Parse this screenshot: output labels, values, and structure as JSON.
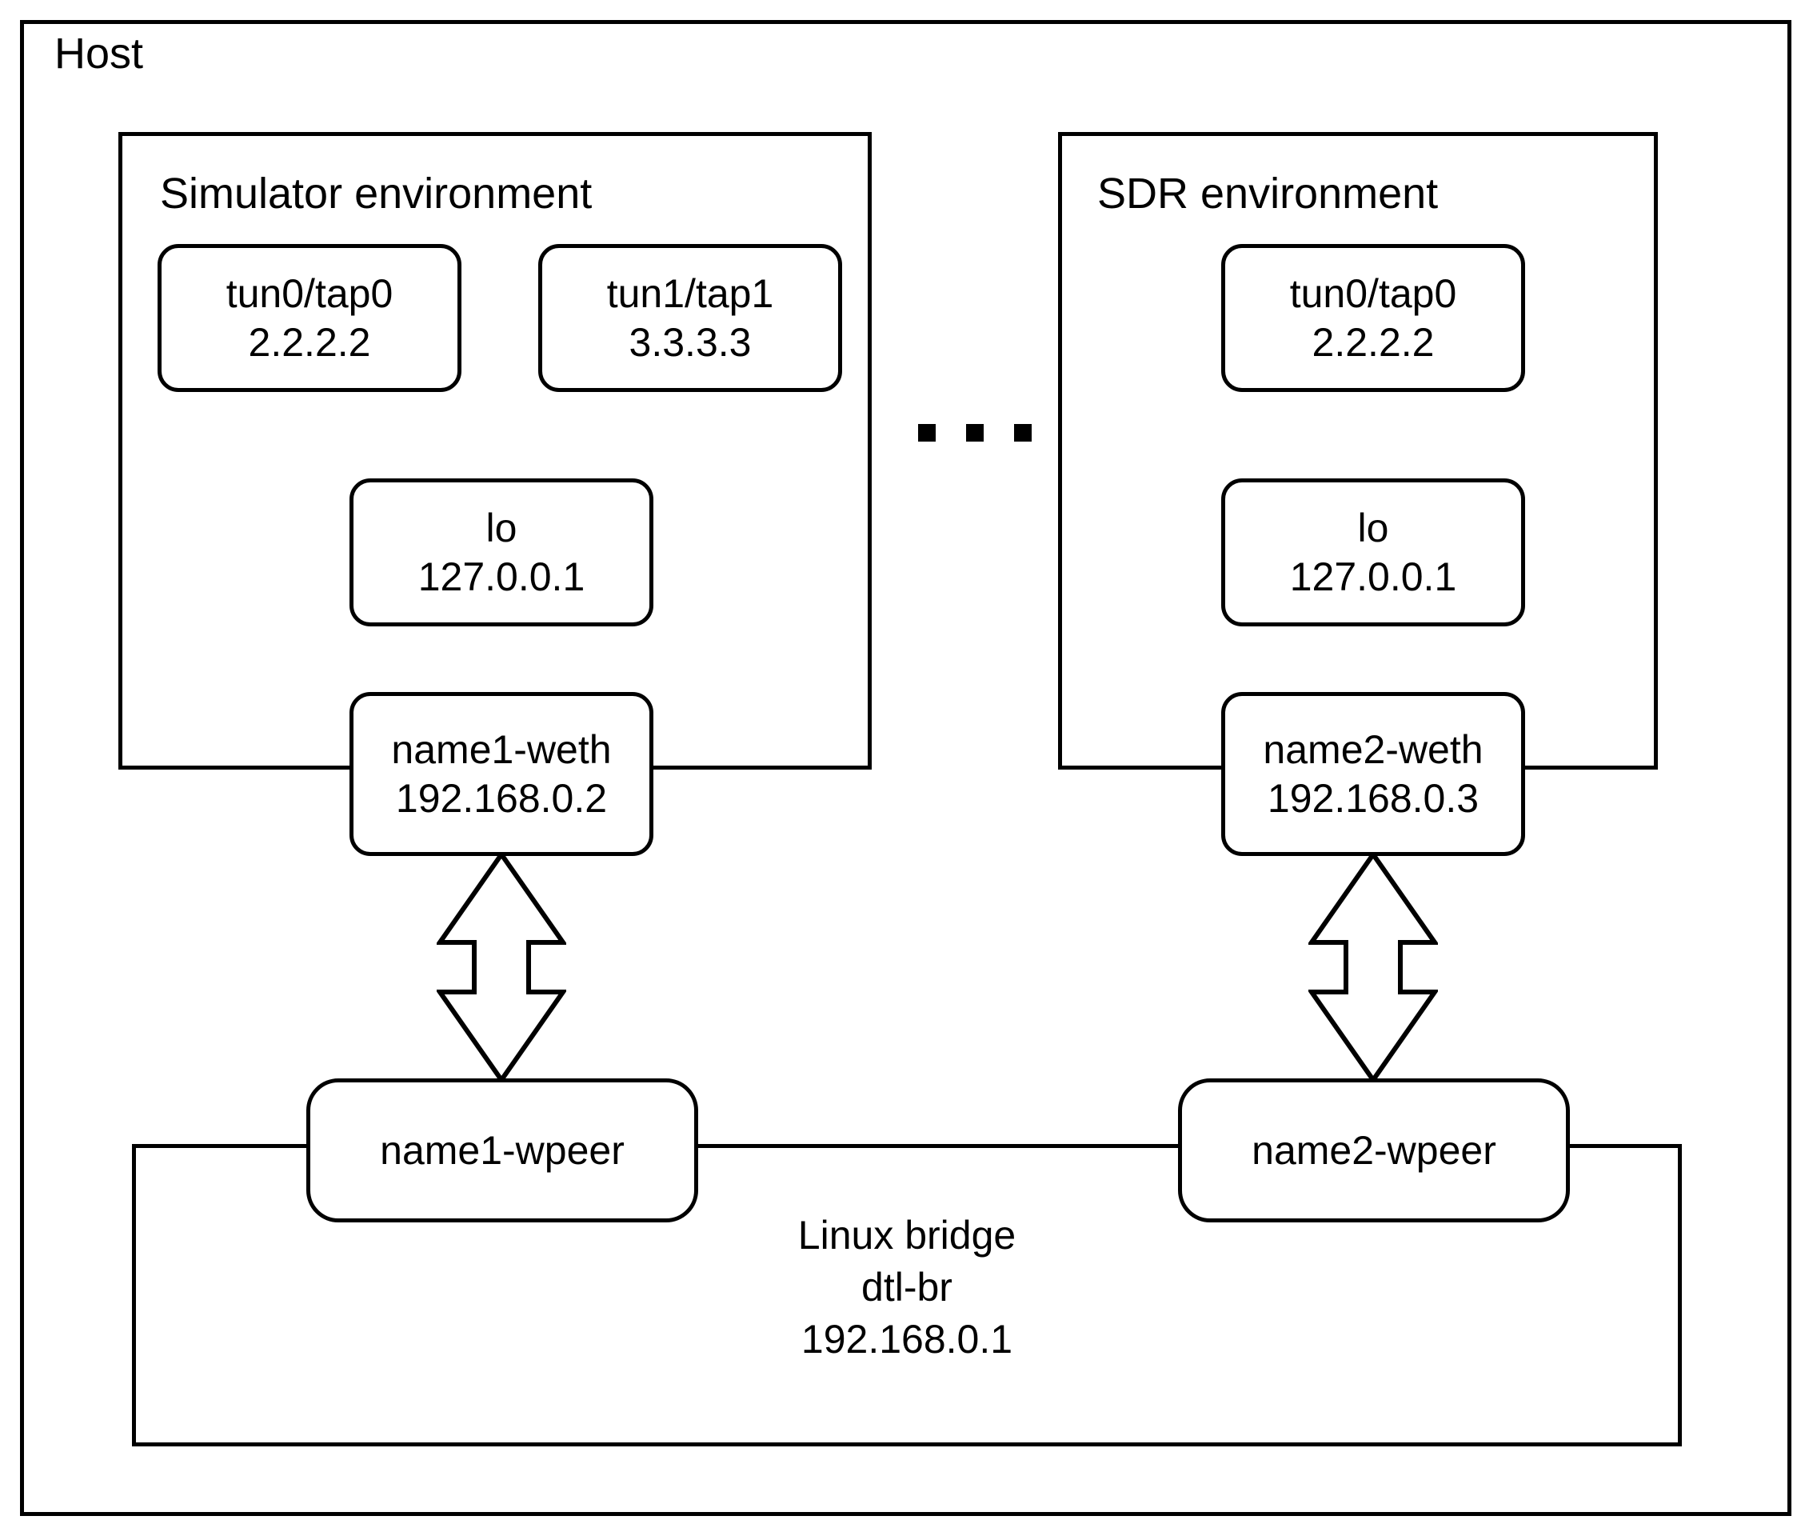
{
  "diagram": {
    "title": "Host",
    "host_box_label": "Host",
    "environments": [
      {
        "id": "simulator",
        "label": "Simulator environment",
        "interfaces": [
          {
            "id": "sim-tun0",
            "name": "tun0/tap0",
            "address": "2.2.2.2"
          },
          {
            "id": "sim-tun1",
            "name": "tun1/tap1",
            "address": "3.3.3.3"
          },
          {
            "id": "sim-lo",
            "name": "lo",
            "address": "127.0.0.1"
          }
        ],
        "veth": {
          "id": "name1-weth",
          "name": "name1-weth",
          "address": "192.168.0.2"
        },
        "peer": {
          "id": "name1-wpeer",
          "name": "name1-wpeer"
        }
      },
      {
        "id": "sdr",
        "label": "SDR environment",
        "interfaces": [
          {
            "id": "sdr-tun0",
            "name": "tun0/tap0",
            "address": "2.2.2.2"
          },
          {
            "id": "sdr-lo",
            "name": "lo",
            "address": "127.0.0.1"
          }
        ],
        "veth": {
          "id": "name2-weth",
          "name": "name2-weth",
          "address": "192.168.0.3"
        },
        "peer": {
          "id": "name2-wpeer",
          "name": "name2-wpeer"
        }
      }
    ],
    "ellipsis": "▪ ▪ ▪",
    "bridge": {
      "line1": "Linux bridge",
      "line2": "dtl-br",
      "line3": "192.168.0.1"
    },
    "connectors": [
      {
        "id": "arrow-sim",
        "from": "name1-weth",
        "to": "name1-wpeer",
        "style": "double-headed-open-arrow"
      },
      {
        "id": "arrow-sdr",
        "from": "name2-weth",
        "to": "name2-wpeer",
        "style": "double-headed-open-arrow"
      }
    ],
    "colors": {
      "stroke": "#000000",
      "fill": "#ffffff",
      "background": "#ffffff"
    }
  }
}
